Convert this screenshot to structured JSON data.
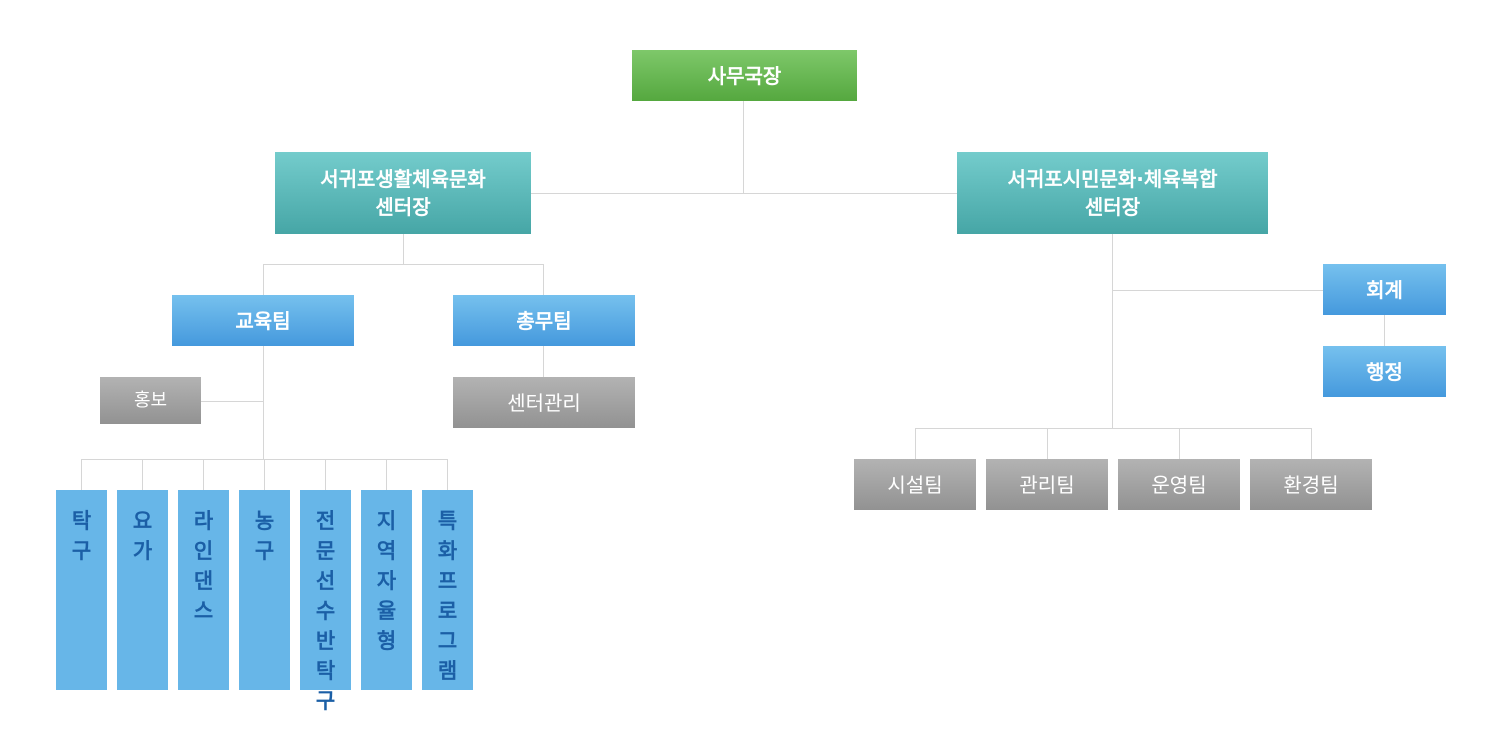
{
  "top": {
    "label": "사무국장"
  },
  "left_center": {
    "line1": "서귀포생활체육문화",
    "line2": "센터장"
  },
  "right_center": {
    "line1": "서귀포시민문화·체육복합",
    "line2": "센터장"
  },
  "left_teams": {
    "education": "교육팀",
    "general": "총무팀",
    "promotion": "홍보",
    "center_mgmt": "센터관리"
  },
  "programs": [
    "탁구",
    "요가",
    "라인댄스",
    "농구",
    "전문선수반탁구",
    "지역자율형",
    "특화프로그램"
  ],
  "right_side": {
    "accounting": "회계",
    "admin": "행정"
  },
  "right_teams": [
    "시설팀",
    "관리팀",
    "운영팀",
    "환경팀"
  ],
  "colors": {
    "director": "#6cbd56",
    "center_head": "#5ab9b9",
    "team": "#5aafe6",
    "sub_unit": "#a3a3a3",
    "program_box": "#67b6e8",
    "program_text": "#1b5fa6",
    "connector": "#d6d6d6"
  }
}
